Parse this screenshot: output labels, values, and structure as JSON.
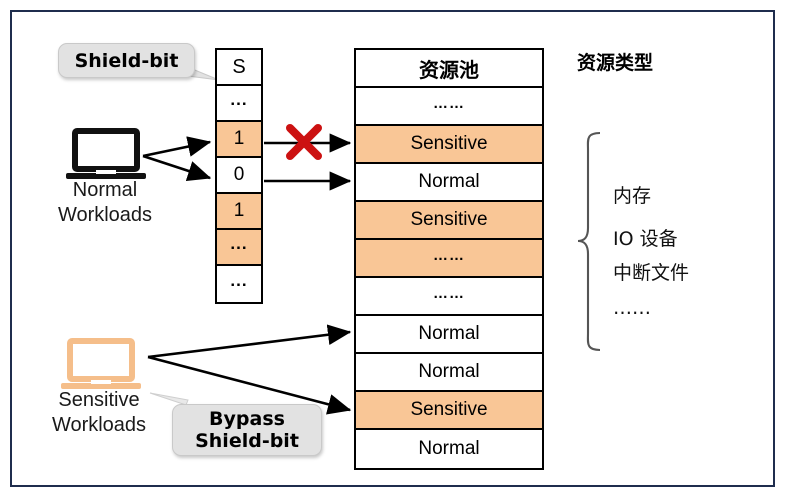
{
  "diagram": {
    "title": "Shield-bit resource isolation diagram",
    "colors": {
      "sensitive_fill": "#f9c696",
      "normal_fill": "#ffffff",
      "border": "#000000",
      "frame": "#1f2d4d",
      "block_mark": "#cc1111",
      "callout_bg": "#e2e2e2",
      "sensitive_laptop": "#f5be8a",
      "normal_laptop": "#111111"
    }
  },
  "callouts": {
    "shield_bit": "Shield-bit",
    "bypass_shield_bit": "Bypass\nShield-bit"
  },
  "workloads": [
    {
      "name": "normal",
      "label": "Normal\nWorkloads",
      "icon": "laptop-icon",
      "color": "#111111"
    },
    {
      "name": "sensitive",
      "label": "Sensitive\nWorkloads",
      "icon": "laptop-icon",
      "color": "#f5be8a"
    }
  ],
  "shield_bit_column": {
    "header": "S",
    "cells": [
      {
        "value": "...",
        "sensitive": false
      },
      {
        "value": "1",
        "sensitive": true
      },
      {
        "value": "0",
        "sensitive": false
      },
      {
        "value": "1",
        "sensitive": true
      },
      {
        "value": "...",
        "sensitive": true
      },
      {
        "value": "...",
        "sensitive": false
      }
    ]
  },
  "resource_pool": {
    "header": "资源池",
    "rows": [
      {
        "value": "……",
        "sensitive": false
      },
      {
        "value": "Sensitive",
        "sensitive": true
      },
      {
        "value": "Normal",
        "sensitive": false
      },
      {
        "value": "Sensitive",
        "sensitive": true
      },
      {
        "value": "……",
        "sensitive": true
      },
      {
        "value": "……",
        "sensitive": false
      },
      {
        "value": "Normal",
        "sensitive": false
      },
      {
        "value": "Normal",
        "sensitive": false
      },
      {
        "value": "Sensitive",
        "sensitive": true
      },
      {
        "value": "Normal",
        "sensitive": false
      }
    ]
  },
  "resource_types": {
    "title": "资源类型",
    "items": [
      "内存",
      "IO 设备",
      "中断文件",
      "……"
    ]
  },
  "marks": {
    "blocked": "×"
  }
}
